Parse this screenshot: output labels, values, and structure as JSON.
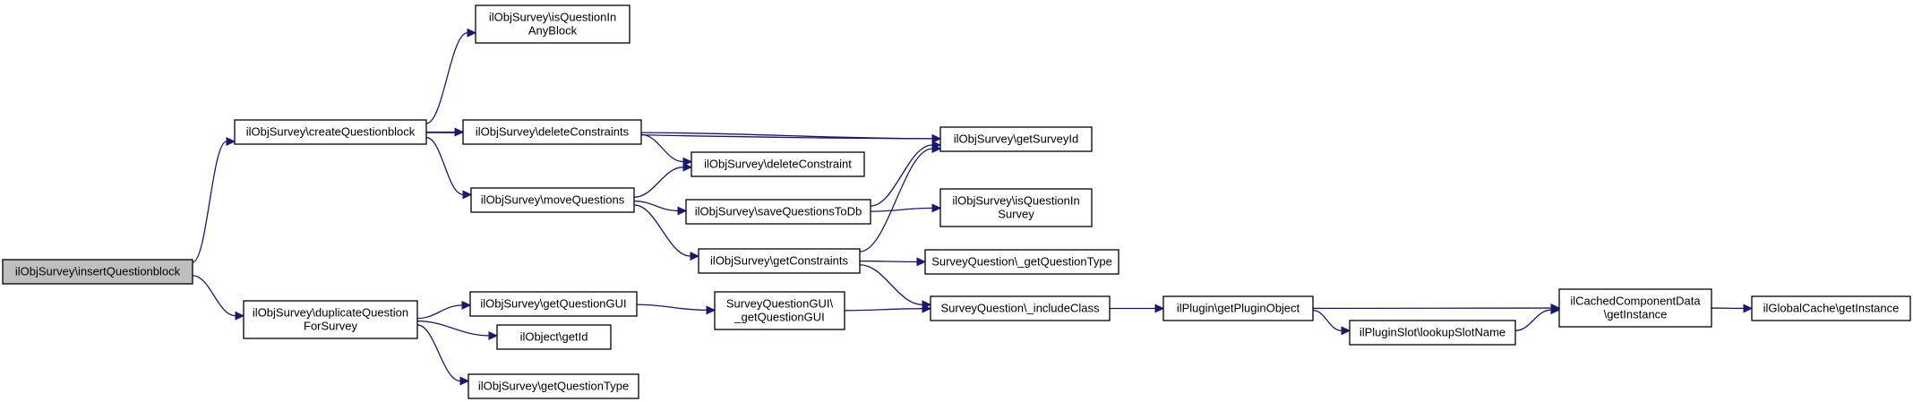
{
  "diagram": {
    "colors": {
      "edge": "#191970",
      "node_fill": "#ffffff",
      "root_fill": "#bfbfbf",
      "border": "#000000"
    },
    "nodes": [
      {
        "id": "insertQuestionblock",
        "lines": [
          "ilObjSurvey\\insertQuestionblock"
        ],
        "root": true
      },
      {
        "id": "createQuestionblock",
        "lines": [
          "ilObjSurvey\\createQuestionblock"
        ]
      },
      {
        "id": "duplicateQuestionForSurvey",
        "lines": [
          "ilObjSurvey\\duplicateQuestion",
          "ForSurvey"
        ]
      },
      {
        "id": "isQuestionInAnyBlock",
        "lines": [
          "ilObjSurvey\\isQuestionIn",
          "AnyBlock"
        ]
      },
      {
        "id": "deleteConstraints",
        "lines": [
          "ilObjSurvey\\deleteConstraints"
        ]
      },
      {
        "id": "moveQuestions",
        "lines": [
          "ilObjSurvey\\moveQuestions"
        ]
      },
      {
        "id": "getSurveyId",
        "lines": [
          "ilObjSurvey\\getSurveyId"
        ]
      },
      {
        "id": "deleteConstraint",
        "lines": [
          "ilObjSurvey\\deleteConstraint"
        ]
      },
      {
        "id": "saveQuestionsToDb",
        "lines": [
          "ilObjSurvey\\saveQuestionsToDb"
        ]
      },
      {
        "id": "getConstraints",
        "lines": [
          "ilObjSurvey\\getConstraints"
        ]
      },
      {
        "id": "isQuestionInSurvey",
        "lines": [
          "ilObjSurvey\\isQuestionIn",
          "Survey"
        ]
      },
      {
        "id": "sqGetQuestionType",
        "lines": [
          "SurveyQuestion\\_getQuestionType"
        ]
      },
      {
        "id": "getQuestionGUI",
        "lines": [
          "ilObjSurvey\\getQuestionGUI"
        ]
      },
      {
        "id": "sqguiGetQuestionGUI",
        "lines": [
          "SurveyQuestionGUI\\",
          "_getQuestionGUI"
        ]
      },
      {
        "id": "includeClass",
        "lines": [
          "SurveyQuestion\\_includeClass"
        ]
      },
      {
        "id": "getId",
        "lines": [
          "ilObject\\getId"
        ]
      },
      {
        "id": "osGetQuestionType",
        "lines": [
          "ilObjSurvey\\getQuestionType"
        ]
      },
      {
        "id": "getPluginObject",
        "lines": [
          "ilPlugin\\getPluginObject"
        ]
      },
      {
        "id": "lookupSlotName",
        "lines": [
          "ilPluginSlot\\lookupSlotName"
        ]
      },
      {
        "id": "ccdGetInstance",
        "lines": [
          "ilCachedComponentData",
          "\\getInstance"
        ]
      },
      {
        "id": "gcGetInstance",
        "lines": [
          "ilGlobalCache\\getInstance"
        ]
      }
    ],
    "edges": [
      {
        "from": "insertQuestionblock",
        "to": "createQuestionblock"
      },
      {
        "from": "insertQuestionblock",
        "to": "duplicateQuestionForSurvey"
      },
      {
        "from": "createQuestionblock",
        "to": "isQuestionInAnyBlock"
      },
      {
        "from": "createQuestionblock",
        "to": "getSurveyId"
      },
      {
        "from": "createQuestionblock",
        "to": "deleteConstraints"
      },
      {
        "from": "createQuestionblock",
        "to": "moveQuestions"
      },
      {
        "from": "deleteConstraints",
        "to": "getSurveyId"
      },
      {
        "from": "deleteConstraints",
        "to": "deleteConstraint"
      },
      {
        "from": "moveQuestions",
        "to": "deleteConstraint"
      },
      {
        "from": "moveQuestions",
        "to": "saveQuestionsToDb"
      },
      {
        "from": "moveQuestions",
        "to": "getConstraints"
      },
      {
        "from": "saveQuestionsToDb",
        "to": "getSurveyId"
      },
      {
        "from": "saveQuestionsToDb",
        "to": "isQuestionInSurvey"
      },
      {
        "from": "getConstraints",
        "to": "getSurveyId"
      },
      {
        "from": "getConstraints",
        "to": "sqGetQuestionType"
      },
      {
        "from": "getConstraints",
        "to": "includeClass"
      },
      {
        "from": "duplicateQuestionForSurvey",
        "to": "getQuestionGUI"
      },
      {
        "from": "duplicateQuestionForSurvey",
        "to": "getId"
      },
      {
        "from": "duplicateQuestionForSurvey",
        "to": "osGetQuestionType"
      },
      {
        "from": "getQuestionGUI",
        "to": "sqguiGetQuestionGUI"
      },
      {
        "from": "sqguiGetQuestionGUI",
        "to": "includeClass"
      },
      {
        "from": "includeClass",
        "to": "getPluginObject"
      },
      {
        "from": "getPluginObject",
        "to": "ccdGetInstance"
      },
      {
        "from": "getPluginObject",
        "to": "lookupSlotName"
      },
      {
        "from": "lookupSlotName",
        "to": "ccdGetInstance"
      },
      {
        "from": "ccdGetInstance",
        "to": "gcGetInstance"
      }
    ]
  }
}
